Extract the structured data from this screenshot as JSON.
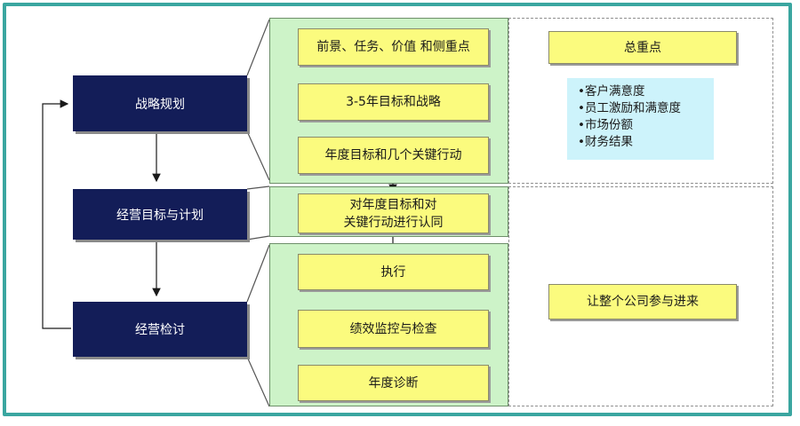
{
  "left_column": {
    "strategy": "战略规划",
    "business_plan": "经营目标与计划",
    "business_review": "经营检讨"
  },
  "strategy_steps": {
    "step1": "前景、任务、价值 和侧重点",
    "step2": "3-5年目标和战略",
    "step3": "年度目标和几个关键行动"
  },
  "plan_step": {
    "line1": "对年度目标和对",
    "line2": "关键行动进行认同"
  },
  "review_steps": {
    "step1": "执行",
    "step2": "绩效监控与检查",
    "step3": "年度诊断"
  },
  "focus": {
    "title": "总重点",
    "items": [
      "•客户满意度",
      "•员工激励和满意度",
      "•市场份额",
      "•财务结果"
    ]
  },
  "involve": "让整个公司参与进来",
  "colors": {
    "frame": "#3aa6a0",
    "navy": "#131d58",
    "green_panel": "#cdf3c8",
    "yellow_box": "#fbfb7e",
    "cyan_box": "#cdf3fb"
  }
}
